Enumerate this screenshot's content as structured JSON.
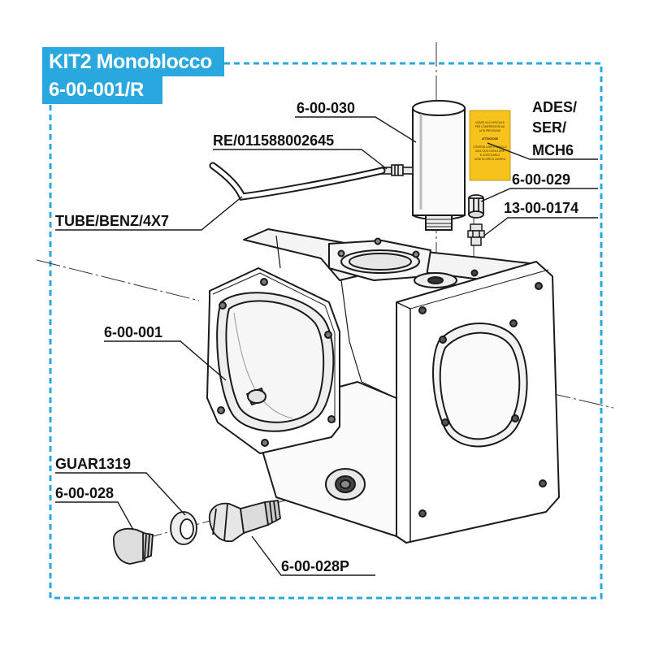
{
  "kit": {
    "title": "KIT2 Monoblocco",
    "code": "6-00-001/R"
  },
  "labels": {
    "p_6_00_030": "6-00-030",
    "re_fitting": "RE/011588002645",
    "tube": "TUBE/BENZ/4X7",
    "ades_1": "ADES/",
    "ades_2": "SER/",
    "ades_3": "MCH6",
    "p_6_00_029": "6-00-029",
    "p_13_00_0174": "13-00-0174",
    "p_6_00_001": "6-00-001",
    "guar": "GUAR1319",
    "p_6_00_028": "6-00-028",
    "p_6_00_028p": "6-00-028P"
  },
  "sticker_text": [
    "USARE OLIO SPECIALE",
    "PER COMPRESSORI AD",
    "ALTA PRESSIONE",
    "ATTENZIONE",
    "CONTROLLARE IL LIVELLO",
    "DELL'OLIO OGNI 8 ORE",
    "E SOSTITUIRLO",
    "OGNI 50 ORE DI LAVORO"
  ],
  "colors": {
    "accent": "#29a8e0",
    "sticker": "#f7c21b",
    "line": "#1a1a1a"
  }
}
